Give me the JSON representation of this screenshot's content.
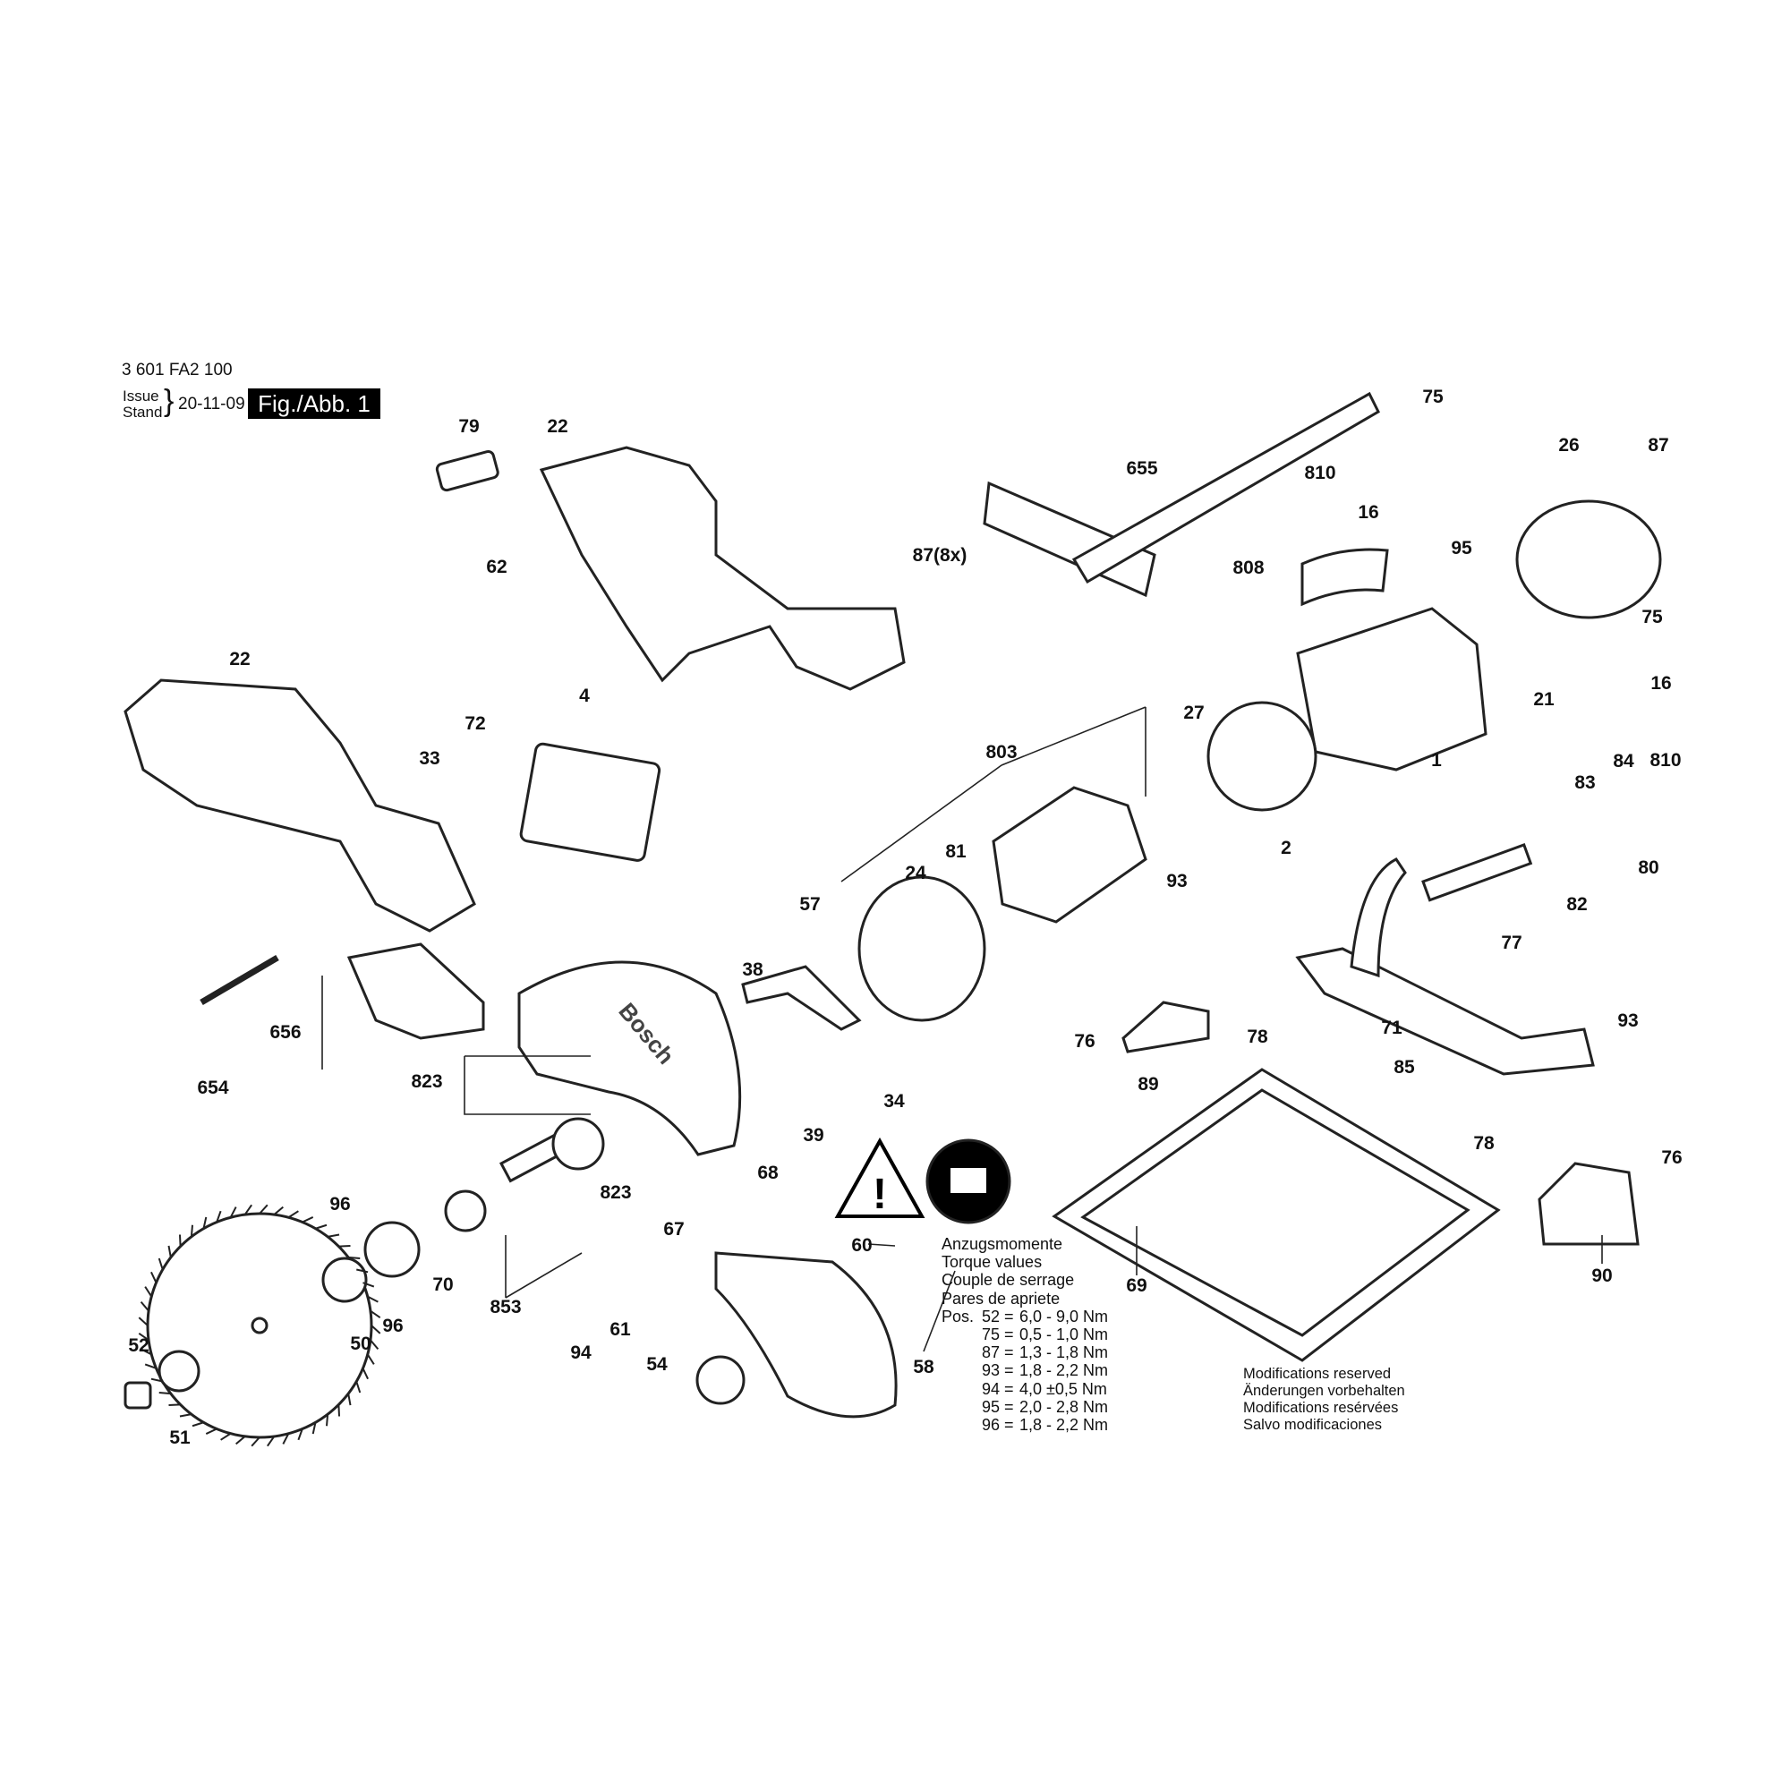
{
  "header": {
    "part_number": "3 601 FA2 100",
    "issue_label": "Issue",
    "stand_label": "Stand",
    "date": "20-11-09",
    "figure": "Fig./Abb. 1"
  },
  "callouts": [
    "79",
    "22",
    "62",
    "87(8x)",
    "655",
    "75",
    "810",
    "16",
    "26",
    "87",
    "808",
    "95",
    "75",
    "16",
    "21",
    "810",
    "22",
    "4",
    "72",
    "33",
    "803",
    "27",
    "1",
    "2",
    "83",
    "84",
    "80",
    "24",
    "81",
    "82",
    "93",
    "77",
    "57",
    "38",
    "656",
    "654",
    "823",
    "76",
    "78",
    "71",
    "89",
    "34",
    "39",
    "93",
    "85",
    "68",
    "823",
    "78",
    "76",
    "96",
    "67",
    "60",
    "70",
    "853",
    "96",
    "50",
    "61",
    "94",
    "69",
    "90",
    "52",
    "51",
    "54",
    "58"
  ],
  "torque": {
    "titles": [
      "Anzugsmomente",
      "Torque values",
      "Couple de serrage",
      "Pares de apriete"
    ],
    "pos_label": "Pos.",
    "rows": [
      {
        "pos": "52 =",
        "value": "6,0 - 9,0 Nm"
      },
      {
        "pos": "75 =",
        "value": "0,5 - 1,0 Nm"
      },
      {
        "pos": "87 =",
        "value": "1,3 - 1,8 Nm"
      },
      {
        "pos": "93 =",
        "value": "1,8 - 2,2 Nm"
      },
      {
        "pos": "94 =",
        "value": "4,0 ±0,5 Nm"
      },
      {
        "pos": "95 =",
        "value": "2,0 - 2,8 Nm"
      },
      {
        "pos": "96 =",
        "value": "1,8 - 2,2 Nm"
      }
    ]
  },
  "modifications": [
    "Modifications reserved",
    "Änderungen vorbehalten",
    "Modifications resérvées",
    "Salvo modificaciones"
  ],
  "guard_brand": "Bosch"
}
